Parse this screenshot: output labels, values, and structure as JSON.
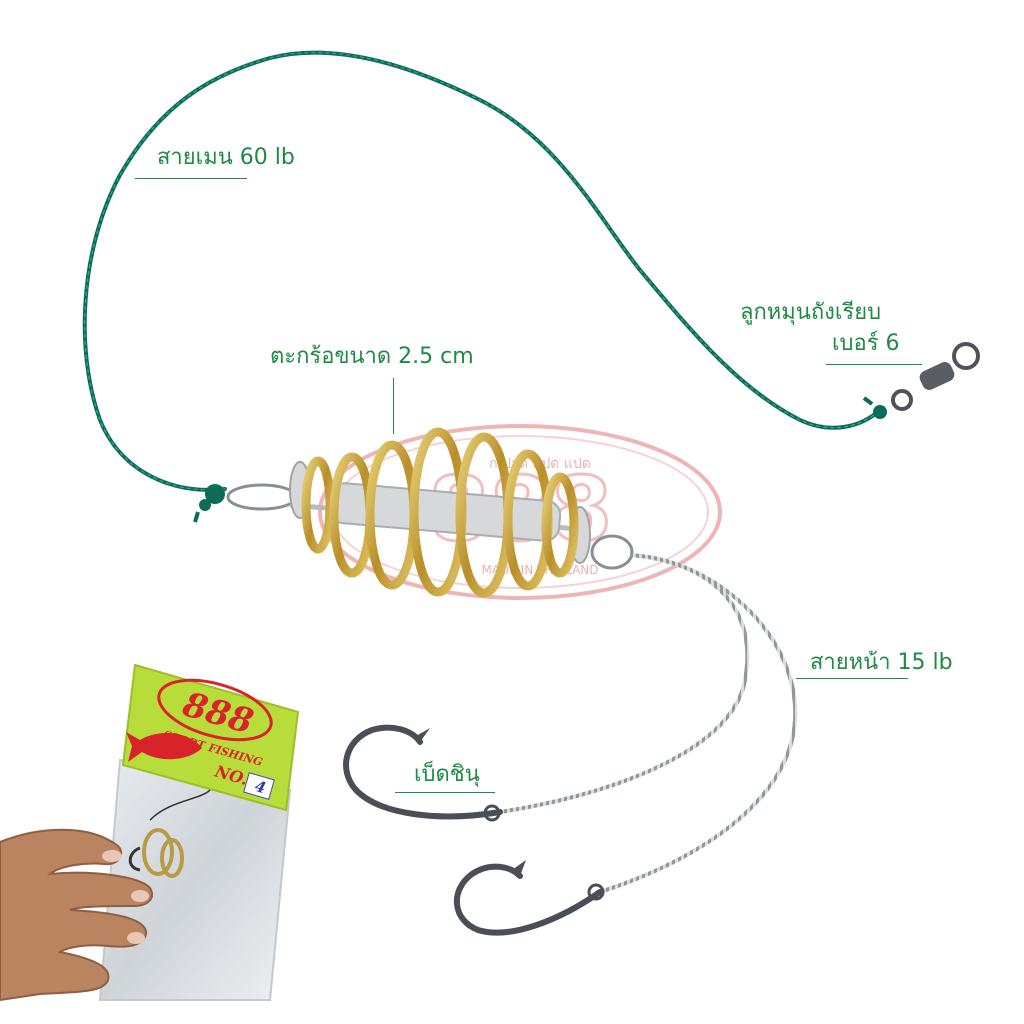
{
  "colors": {
    "label_text": "#1f8a44",
    "main_line": "#0d6b5a",
    "leader_line": "#c9d2cc",
    "spring_gold": "#c8a53a",
    "spring_silver": "#c9c9c9",
    "hook": "#4a4f56",
    "package_green": "#b8dc3a",
    "package_red": "#d9232a",
    "watermark_red": "#e27a7a"
  },
  "labels": {
    "main_line": "สายเมน 60 lb",
    "swivel_line1": "ลูกหมุนถังเรียบ",
    "swivel_line2": "เบอร์ 6",
    "feeder_size": "ตะกร้อขนาด 2.5 cm",
    "leader_line": "สายหน้า 15 lb",
    "hook": "เบ็ดชินุ"
  },
  "package": {
    "brand": "888",
    "subtitle": "SPORT FISHING",
    "number_label": "NO.",
    "number_value": "4"
  },
  "watermark": {
    "top_text": "ก ปาด แปด แปด",
    "bottom_text": "MADE IN THAILAND"
  },
  "icons": {
    "spring": "spring-feeder-icon",
    "swivel": "barrel-swivel-icon",
    "hook": "fish-hook-icon",
    "hand": "hand-icon"
  }
}
